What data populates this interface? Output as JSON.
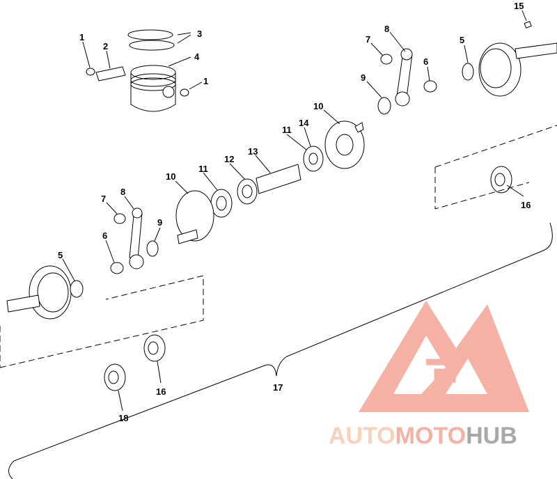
{
  "callouts": [
    {
      "id": "c1a",
      "text": "1"
    },
    {
      "id": "c2",
      "text": "2"
    },
    {
      "id": "c3",
      "text": "3"
    },
    {
      "id": "c4",
      "text": "4"
    },
    {
      "id": "c1b",
      "text": "1"
    },
    {
      "id": "c15",
      "text": "15"
    },
    {
      "id": "c8a",
      "text": "8"
    },
    {
      "id": "c7a",
      "text": "7"
    },
    {
      "id": "c5a",
      "text": "5"
    },
    {
      "id": "c6a",
      "text": "6"
    },
    {
      "id": "c9a",
      "text": "9"
    },
    {
      "id": "c10a",
      "text": "10"
    },
    {
      "id": "c11a",
      "text": "11"
    },
    {
      "id": "c14",
      "text": "14"
    },
    {
      "id": "c13",
      "text": "13"
    },
    {
      "id": "c12",
      "text": "12"
    },
    {
      "id": "c11b",
      "text": "11"
    },
    {
      "id": "c10b",
      "text": "10"
    },
    {
      "id": "c16a",
      "text": "16"
    },
    {
      "id": "c8b",
      "text": "8"
    },
    {
      "id": "c7b",
      "text": "7"
    },
    {
      "id": "c9b",
      "text": "9"
    },
    {
      "id": "c6b",
      "text": "6"
    },
    {
      "id": "c5b",
      "text": "5"
    },
    {
      "id": "c16b",
      "text": "16"
    },
    {
      "id": "c18",
      "text": "18"
    },
    {
      "id": "c17",
      "text": "17"
    }
  ],
  "watermark": {
    "part1": "AUTO",
    "part2": "MOTO",
    "part3": "HUB",
    "color_primary": "#f4a493",
    "color_accent": "#f9c8ad",
    "color_dark": "#9a9a9a"
  }
}
